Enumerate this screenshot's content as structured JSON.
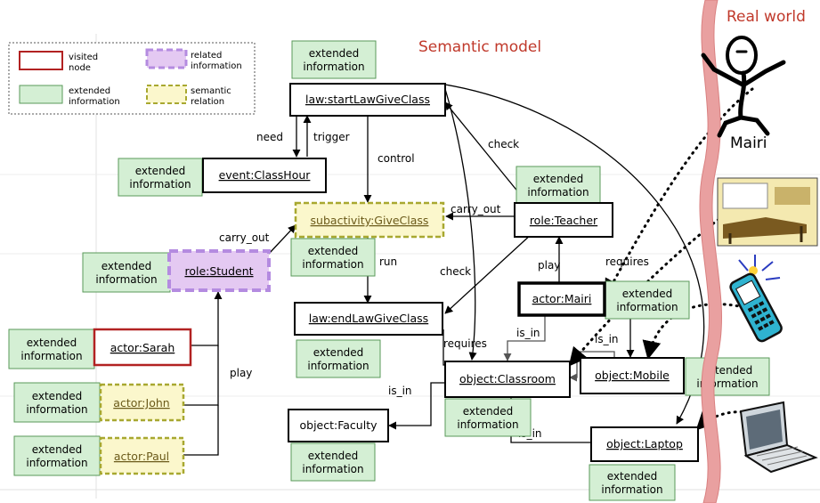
{
  "titles": {
    "semantic": "Semantic model",
    "real": "Real world"
  },
  "legend": {
    "visited": "visited",
    "visited2": "node",
    "related": "related",
    "related2": "information",
    "extended": "extended",
    "extended2": "information",
    "semantic": "semantic",
    "semantic2": "relation"
  },
  "ext": {
    "line1": "extended",
    "line2": "information"
  },
  "nodes": {
    "law_start": "law:startLawGiveClass",
    "event_classhour": "event:ClassHour",
    "subactivity": "subactivity:GiveClass",
    "role_teacher": "role:Teacher",
    "role_student": "role:Student",
    "law_end": "law:endLawGiveClass",
    "actor_mairi": "actor:Mairi",
    "actor_sarah": "actor:Sarah",
    "actor_john": "actor:John",
    "actor_paul": "actor:Paul",
    "obj_classroom": "object:Classroom",
    "obj_mobile": "object:Mobile",
    "obj_faculty": "object:Faculty",
    "obj_laptop": "object:Laptop"
  },
  "edges": {
    "need": "need",
    "trigger": "trigger",
    "control": "control",
    "check": "check",
    "carry_out": "carry_out",
    "run": "run",
    "play": "play",
    "requires": "requires",
    "is_in": "is_in"
  },
  "real": {
    "person": "Mairi"
  },
  "colors": {
    "ext_fill": "#d4efd4",
    "ext_border": "#5a9a5a",
    "semantic_fill": "#fbf7cc",
    "semantic_border": "#a8a830",
    "related_fill": "#e4c9f2",
    "related_border": "#b48be0",
    "visited_border": "#b22222",
    "title_red": "#c0392b",
    "ribbon": "#e9a0a0"
  }
}
